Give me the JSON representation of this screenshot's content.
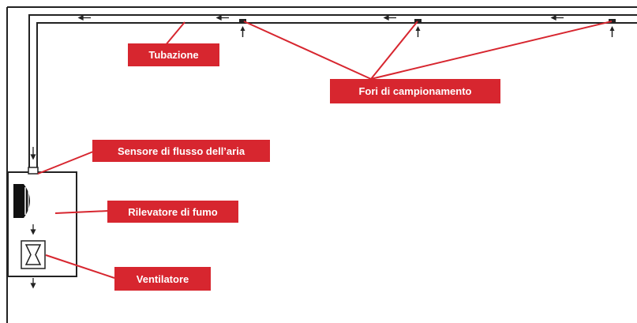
{
  "colors": {
    "accent": "#d7262f",
    "line": "#222222",
    "background": "#ffffff"
  },
  "labels": {
    "tubazione": "Tubazione",
    "fori": "Fori di campionamento",
    "sensore": "Sensore di flusso dell’aria",
    "rilevatore": "Rilevatore di fumo",
    "ventilatore": "Ventilatore"
  },
  "icons": {
    "flow_arrow": "flow-arrow-icon",
    "sampling_arrow": "sampling-arrow-icon",
    "smoke_detector": "smoke-detector-icon",
    "fan": "fan-icon"
  }
}
